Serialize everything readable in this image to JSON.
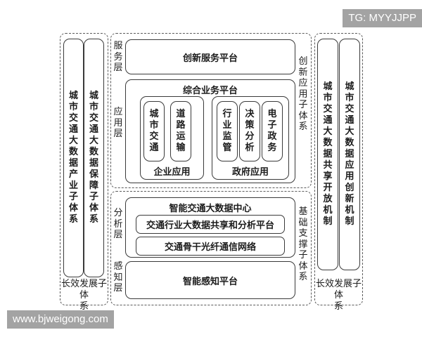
{
  "watermarks": {
    "top_right": "TG: MYYJJPP",
    "bottom_left": "www.bjweigong.com"
  },
  "left_column": {
    "pillar_1": "城市交通大数据产业子体系",
    "pillar_2": "城市交通大数据保障子体系",
    "footer": "长效发展子体系"
  },
  "right_column": {
    "pillar_1": "城市交通大数据共享开放机制",
    "pillar_2": "城市交通大数据应用创新机制",
    "footer": "长效发展子体系"
  },
  "top_section": {
    "side_label": "创新应用子体系",
    "service_layer": {
      "label": "服务层",
      "box": "创新服务平台"
    },
    "application_layer": {
      "label": "应用层",
      "platform": "综合业务平台",
      "enterprise": {
        "label": "企业应用",
        "items": [
          "城市交通",
          "道路运输"
        ]
      },
      "government": {
        "label": "政府应用",
        "items": [
          "行业监管",
          "决策分析",
          "电子政务"
        ]
      }
    }
  },
  "bottom_section": {
    "side_label": "基础支撑子体系",
    "analysis_layer": {
      "label": "分析层",
      "center": "智能交通大数据中心",
      "platform": "交通行业大数据共享和分析平台",
      "network": "交通骨干光纤通信网络"
    },
    "perception_layer": {
      "label": "感知层",
      "box": "智能感知平台"
    }
  }
}
